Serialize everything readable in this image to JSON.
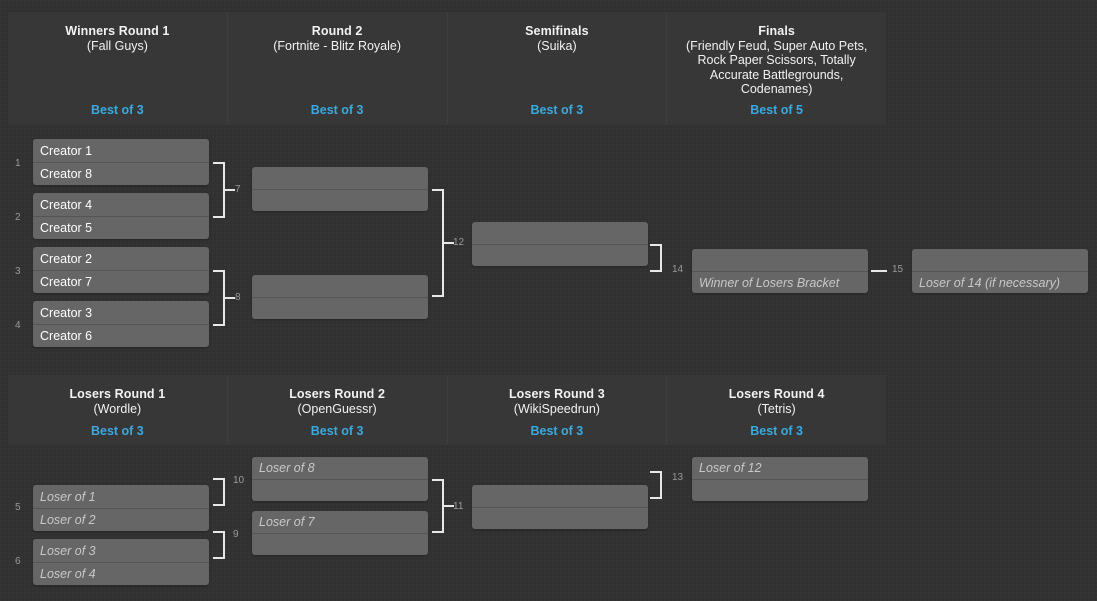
{
  "bracket": {
    "winners_rounds": [
      {
        "title": "Winners Round 1",
        "game": "(Fall Guys)",
        "best_of": "Best of 3"
      },
      {
        "title": "Round 2",
        "game": "(Fortnite - Blitz Royale)",
        "best_of": "Best of 3"
      },
      {
        "title": "Semifinals",
        "game": "(Suika)",
        "best_of": "Best of 3"
      },
      {
        "title": "Finals",
        "game": "(Friendly Feud, Super Auto Pets, Rock Paper Scissors, Totally Accurate Battlegrounds, Codenames)",
        "best_of": "Best of 5"
      }
    ],
    "losers_rounds": [
      {
        "title": "Losers Round 1",
        "game": "(Wordle)",
        "best_of": "Best of 3"
      },
      {
        "title": "Losers Round 2",
        "game": "(OpenGuessr)",
        "best_of": "Best of 3"
      },
      {
        "title": "Losers Round 3",
        "game": "(WikiSpeedrun)",
        "best_of": "Best of 3"
      },
      {
        "title": "Losers Round 4",
        "game": "(Tetris)",
        "best_of": "Best of 3"
      }
    ],
    "matches": [
      {
        "num": "1",
        "top": "Creator 1",
        "bottom": "Creator 8",
        "top_style": "name",
        "bottom_style": "name"
      },
      {
        "num": "2",
        "top": "Creator 4",
        "bottom": "Creator 5",
        "top_style": "name",
        "bottom_style": "name"
      },
      {
        "num": "3",
        "top": "Creator 2",
        "bottom": "Creator 7",
        "top_style": "name",
        "bottom_style": "name"
      },
      {
        "num": "4",
        "top": "Creator 3",
        "bottom": "Creator 6",
        "top_style": "name",
        "bottom_style": "name"
      },
      {
        "num": "7",
        "top": "",
        "bottom": "",
        "top_style": "empty",
        "bottom_style": "empty"
      },
      {
        "num": "8",
        "top": "",
        "bottom": "",
        "top_style": "empty",
        "bottom_style": "empty"
      },
      {
        "num": "12",
        "top": "",
        "bottom": "",
        "top_style": "empty",
        "bottom_style": "empty"
      },
      {
        "num": "14",
        "top": "",
        "bottom": "Winner of Losers Bracket",
        "top_style": "empty",
        "bottom_style": "placeholder"
      },
      {
        "num": "15",
        "top": "",
        "bottom": "Loser of 14 (if necessary)",
        "top_style": "empty",
        "bottom_style": "placeholder"
      },
      {
        "num": "5",
        "top": "Loser of 1",
        "bottom": "Loser of 2",
        "top_style": "placeholder",
        "bottom_style": "placeholder"
      },
      {
        "num": "6",
        "top": "Loser of 3",
        "bottom": "Loser of 4",
        "top_style": "placeholder",
        "bottom_style": "placeholder"
      },
      {
        "num": "10",
        "top": "Loser of 8",
        "bottom": "",
        "top_style": "placeholder",
        "bottom_style": "empty"
      },
      {
        "num": "9",
        "top": "Loser of 7",
        "bottom": "",
        "top_style": "placeholder",
        "bottom_style": "empty"
      },
      {
        "num": "11",
        "top": "",
        "bottom": "",
        "top_style": "empty",
        "bottom_style": "empty"
      },
      {
        "num": "13",
        "top": "Loser of 12",
        "bottom": "",
        "top_style": "placeholder",
        "bottom_style": "empty"
      }
    ],
    "colors": {
      "page_background": "#313131",
      "header_panel": "#373737",
      "match_box": "#666666",
      "accent_best_of": "#3aa9e0",
      "connector": "#e8e8e8",
      "match_number": "#9a9a9a"
    }
  }
}
